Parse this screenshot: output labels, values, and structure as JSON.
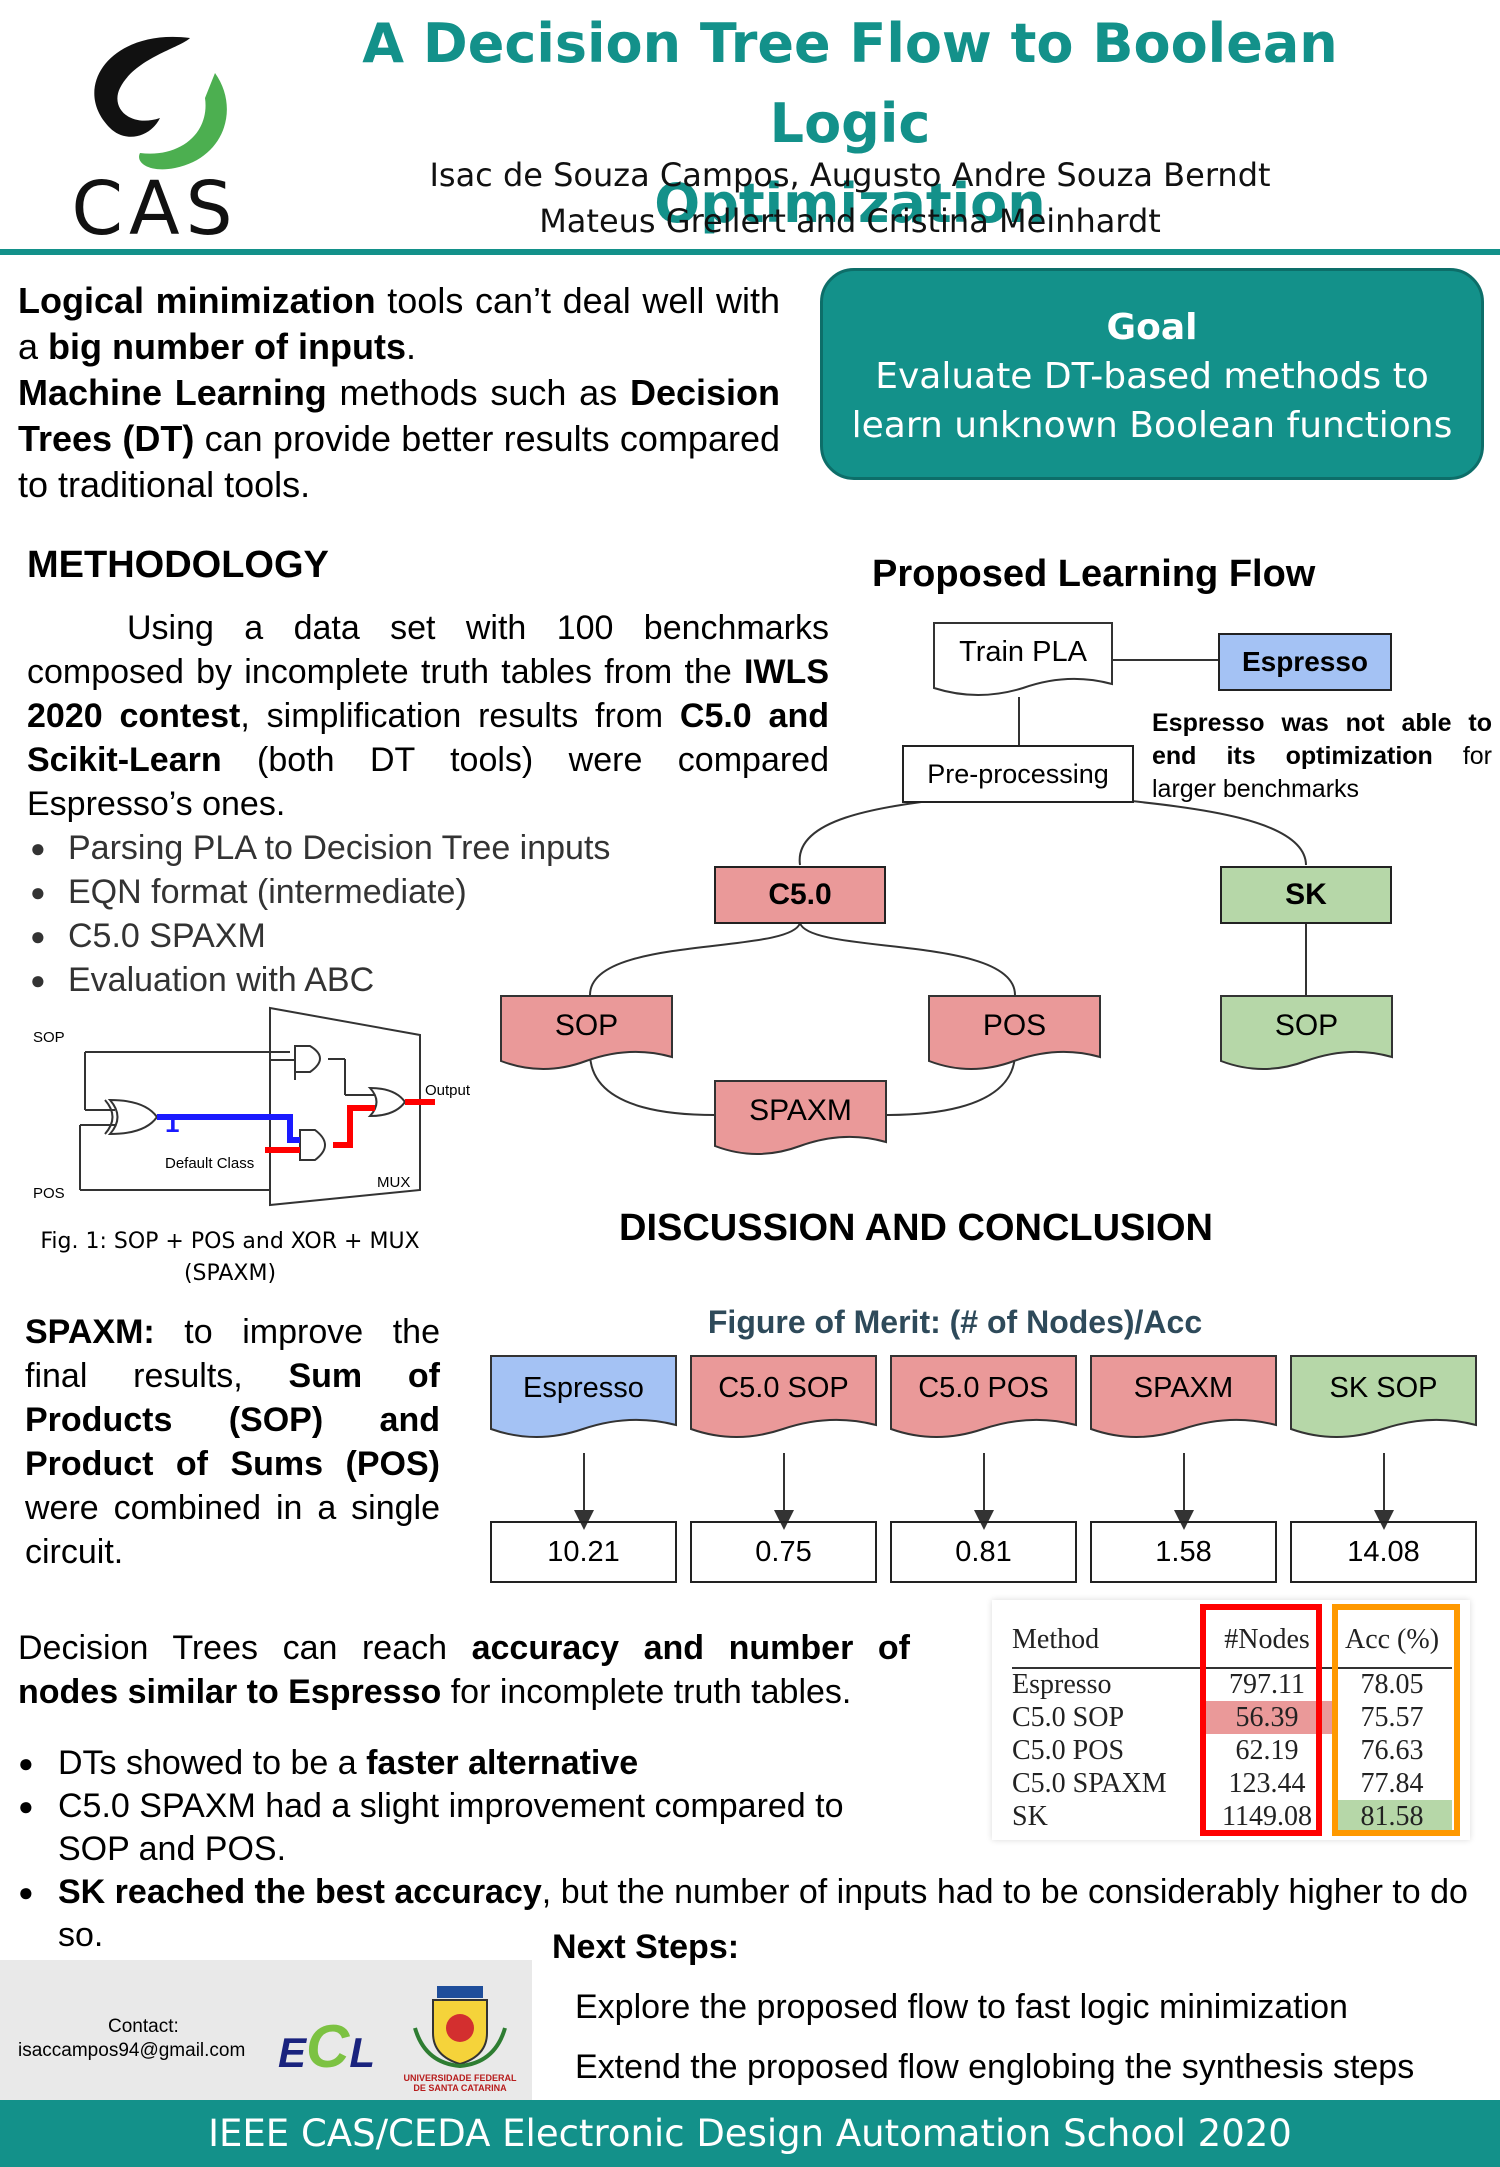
{
  "header": {
    "logo_text": "CAS",
    "title_line1": "A Decision Tree  Flow to Boolean Logic",
    "title_line2": "Optimization",
    "authors_line1": "Isac de Souza Campos, Augusto Andre Souza Berndt",
    "authors_line2": "Mateus Grellert and Cristina Meinhardt"
  },
  "intro": {
    "b1": "Logical minimization",
    "t1": " tools can’t deal well with a ",
    "b2": "big number of inputs",
    "t2": ".",
    "b3": "Machine Learning",
    "t3": " methods such as ",
    "b4": "Decision Trees (DT)",
    "t4": " can provide better results compared to traditional tools."
  },
  "goal": {
    "title": "Goal",
    "line1": "Evaluate DT-based methods to",
    "line2": "learn unknown Boolean functions"
  },
  "methodology": {
    "heading": "METHODOLOGY",
    "p1": "Using a data set with 100 benchmarks composed by incomplete truth tables from the ",
    "b1": "IWLS 2020 contest",
    "p2": ", simplification results from ",
    "b2": "C5.0 and Scikit-Learn",
    "p3": " (both DT tools) were compared Espresso’s ones.",
    "bullets": [
      "Parsing PLA to Decision Tree inputs",
      "EQN format (intermediate)",
      "C5.0 SPAXM",
      "Evaluation  with ABC"
    ]
  },
  "circuit": {
    "sop": "SOP",
    "pos": "POS",
    "one": "1",
    "default_class": "Default Class",
    "output": "Output",
    "mux": "MUX",
    "caption_line1": "Fig. 1: SOP + POS and XOR + MUX",
    "caption_line2": "(SPAXM)"
  },
  "spaxm_text": {
    "b1": "SPAXM:",
    "t1": " to improve the final results, ",
    "b2": "Sum of Products (SOP) and Product of Sums (POS)",
    "t2": " were combined in a single circuit."
  },
  "flow": {
    "heading": "Proposed Learning Flow",
    "train_pla": "Train PLA",
    "espresso": "Espresso",
    "note_b": "Espresso was not able to end its optimization",
    "note_t": " for larger benchmarks",
    "preprocessing": "Pre-processing",
    "c50": "C5.0",
    "sk": "SK",
    "sop_left": "SOP",
    "pos": "POS",
    "spaxm": "SPAXM",
    "sop_right": "SOP",
    "colors": {
      "blue": "#a4c2f4",
      "red": "#ea9999",
      "green": "#b6d7a8"
    }
  },
  "discussion": {
    "heading": "DISCUSSION AND CONCLUSION",
    "fom_title": "Figure of Merit: (# of Nodes)/Acc",
    "fom": [
      {
        "label": "Espresso",
        "value": "10.21",
        "color": "#a4c2f4"
      },
      {
        "label": "C5.0 SOP",
        "value": "0.75",
        "color": "#ea9999"
      },
      {
        "label": "C5.0 POS",
        "value": "0.81",
        "color": "#ea9999"
      },
      {
        "label": "SPAXM",
        "value": "1.58",
        "color": "#ea9999"
      },
      {
        "label": "SK SOP",
        "value": "14.08",
        "color": "#b6d7a8"
      }
    ],
    "concl_t1": "Decision Trees can reach ",
    "concl_b1": "accuracy and number of nodes similar to Espresso",
    "concl_t2": " for incomplete truth tables.",
    "bullet1_t": "DTs showed to be a ",
    "bullet1_b": "faster alternative",
    "bullet2": "C5.0 SPAXM had a slight improvement  compared to SOP and POS.",
    "bullet3_b": "SK reached the best accuracy",
    "bullet3_t": ", but the number of inputs had to be considerably higher to do so."
  },
  "table": {
    "headers": [
      "Method",
      "#Nodes",
      "Acc (%)"
    ],
    "rows": [
      [
        "Espresso",
        "797.11",
        "78.05"
      ],
      [
        "C5.0 SOP",
        "56.39",
        "75.57"
      ],
      [
        "C5.0 POS",
        "62.19",
        "76.63"
      ],
      [
        "C5.0 SPAXM",
        "123.44",
        "77.84"
      ],
      [
        "SK",
        "1149.08",
        "81.58"
      ]
    ],
    "nodes_border": "#ff0000",
    "acc_border": "#ff9900"
  },
  "next_steps": {
    "heading": "Next Steps:",
    "items": [
      "Explore the proposed flow to fast logic minimization",
      "Extend the proposed flow englobing the synthesis steps"
    ]
  },
  "footer": {
    "contact_label": "Contact:",
    "email": "isaccampos94@gmail.com",
    "ecl_e": "E",
    "ecl_c": "C",
    "ecl_l": "L",
    "univ_line1": "UNIVERSIDADE FEDERAL",
    "univ_line2": "DE SANTA CATARINA",
    "event": "IEEE CAS/CEDA Electronic Design Automation School 2020"
  }
}
